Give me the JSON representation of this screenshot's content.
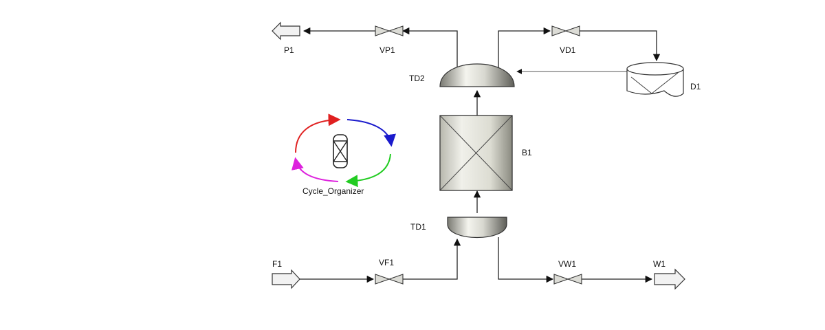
{
  "diagram": {
    "labels": {
      "p1": "P1",
      "vp1": "VP1",
      "vd1": "VD1",
      "td2": "TD2",
      "d1": "D1",
      "b1": "B1",
      "cycle": "Cycle_Organizer",
      "td1": "TD1",
      "f1": "F1",
      "vf1": "VF1",
      "vw1": "VW1",
      "w1": "W1"
    },
    "icons": {
      "feed": "block-arrow-icon",
      "product": "block-arrow-icon",
      "waste": "block-arrow-icon",
      "valve": "valve-icon",
      "drum": "drum-icon",
      "bed": "packed-bed-icon",
      "cycle": "cycle-icon"
    },
    "colors": {
      "cycle_red": "#e02020",
      "cycle_blue": "#1a1acc",
      "cycle_green": "#22cc22",
      "cycle_magenta": "#dd22dd"
    }
  }
}
